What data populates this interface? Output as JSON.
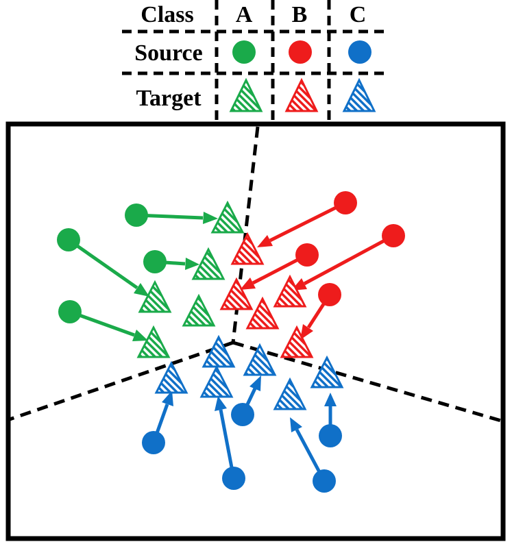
{
  "legend": {
    "header_label": "Class",
    "source_label": "Source",
    "target_label": "Target",
    "classes": [
      {
        "label": "A",
        "color": "#1aaa4a"
      },
      {
        "label": "B",
        "color": "#ee1c1c"
      },
      {
        "label": "C",
        "color": "#1070c8"
      }
    ]
  },
  "colors": {
    "A": "#1aaa4a",
    "B": "#ee1c1c",
    "C": "#1070c8",
    "frame": "#000000",
    "boundary": "#000000"
  },
  "icons": {
    "source": "filled-circle-icon",
    "target": "hatched-triangle-icon"
  }
}
